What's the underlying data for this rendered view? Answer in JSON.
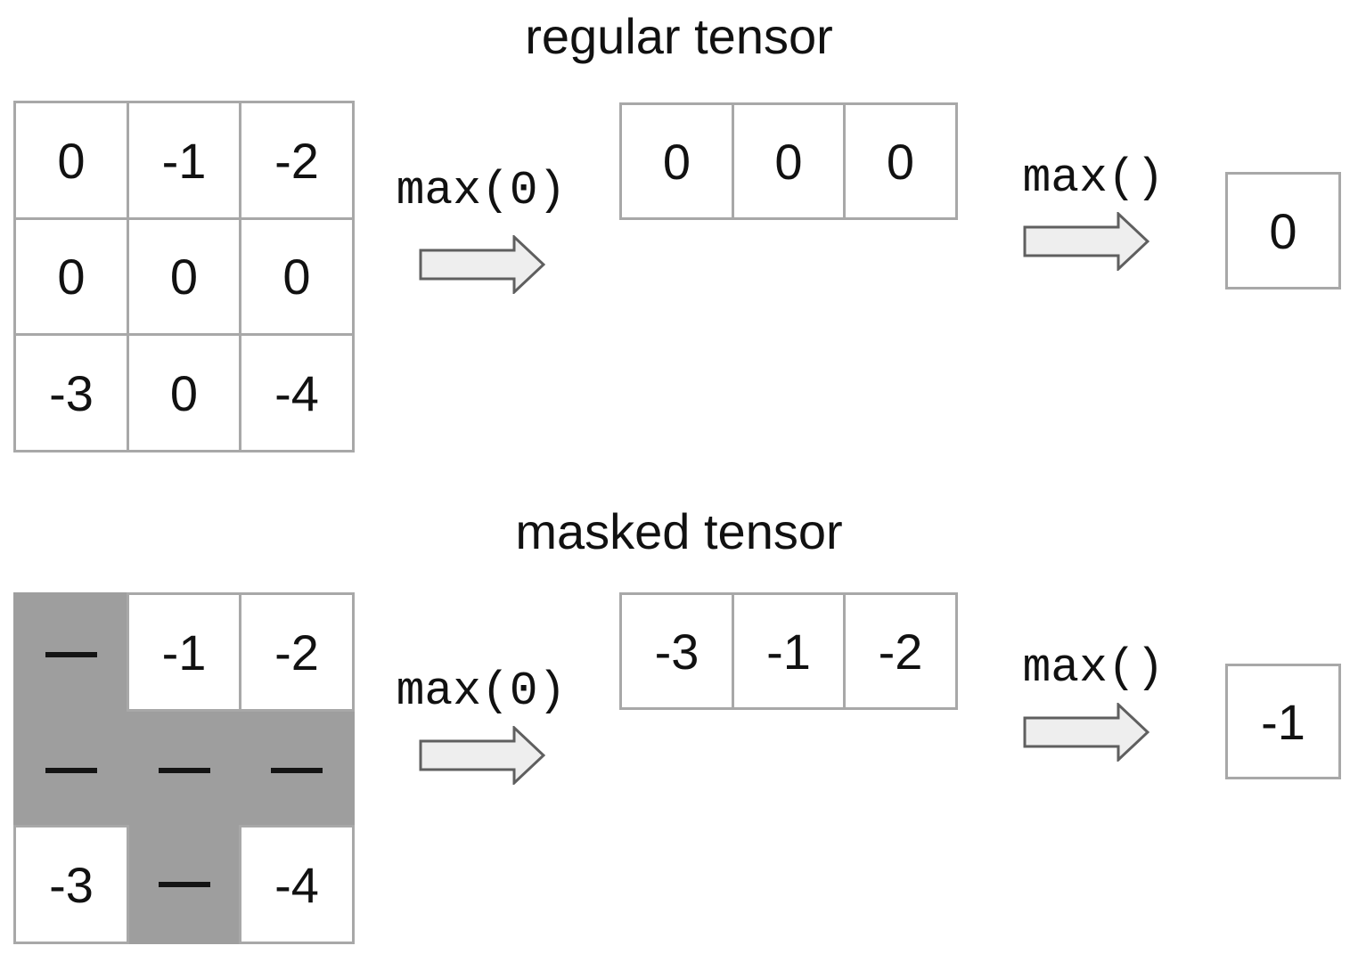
{
  "diagram": {
    "regular": {
      "title": "regular tensor",
      "input_grid": [
        [
          "0",
          "-1",
          "-2"
        ],
        [
          "0",
          "0",
          "0"
        ],
        [
          "-3",
          "0",
          "-4"
        ]
      ],
      "op1_label": "max(0)",
      "reduced_row": [
        "0",
        "0",
        "0"
      ],
      "op2_label": "max()",
      "result": "0"
    },
    "masked": {
      "title": "masked tensor",
      "input_grid": [
        [
          "—",
          "-1",
          "-2"
        ],
        [
          "—",
          "—",
          "—"
        ],
        [
          "-3",
          "—",
          "-4"
        ]
      ],
      "mask": [
        [
          true,
          false,
          false
        ],
        [
          true,
          true,
          true
        ],
        [
          false,
          true,
          false
        ]
      ],
      "op1_label": "max(0)",
      "reduced_row": [
        "-3",
        "-1",
        "-2"
      ],
      "op2_label": "max()",
      "result": "-1"
    },
    "colors": {
      "cell_border": "#a8a8a8",
      "mask_fill": "#9e9e9e",
      "arrow_fill": "#eeeeee",
      "arrow_stroke": "#5f5f5f",
      "text": "#111111",
      "background": "#ffffff"
    }
  }
}
